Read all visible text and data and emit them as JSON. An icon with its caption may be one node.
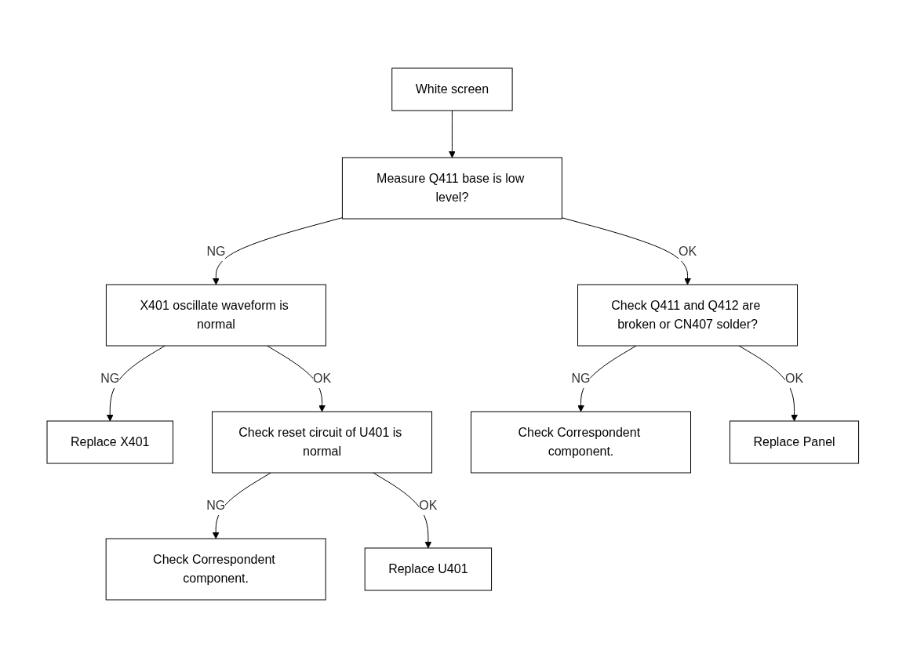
{
  "diagram": {
    "nodes": [
      {
        "text": [
          "White screen"
        ]
      },
      {
        "text": [
          "Measure Q411 base is low level?"
        ]
      },
      {
        "text": [
          "X401 oscillate waveform is normal"
        ]
      },
      {
        "text": [
          "Check Q411 and Q412 are broken or CN407 solder?"
        ]
      },
      {
        "text": [
          "Replace X401"
        ]
      },
      {
        "text": [
          "Check reset circuit of U401 is normal"
        ]
      },
      {
        "text": [
          "Check Correspondent component."
        ]
      },
      {
        "text": [
          "Check Correspondent component."
        ]
      },
      {
        "text": [
          "Replace Panel"
        ]
      },
      {
        "text": [
          "Replace U401"
        ]
      }
    ],
    "edges": [
      {
        "from": 0,
        "to": 1,
        "arrow": "to"
      },
      {
        "from": 1,
        "to": 2,
        "arrow": "to",
        "label": "NG"
      },
      {
        "from": 1,
        "to": 3,
        "arrow": "to",
        "label": "OK"
      },
      {
        "from": 2,
        "to": 4,
        "arrow": "to",
        "label": "NG"
      },
      {
        "from": 2,
        "to": 5,
        "arrow": "to",
        "label": "OK"
      },
      {
        "from": 3,
        "to": 6,
        "arrow": "to",
        "label": "NG"
      },
      {
        "from": 3,
        "to": 8,
        "arrow": "to",
        "label": "OK"
      },
      {
        "from": 5,
        "to": 7,
        "arrow": "to",
        "label": "NG"
      },
      {
        "from": 5,
        "to": 9,
        "arrow": "to",
        "label": "OK"
      }
    ]
  }
}
